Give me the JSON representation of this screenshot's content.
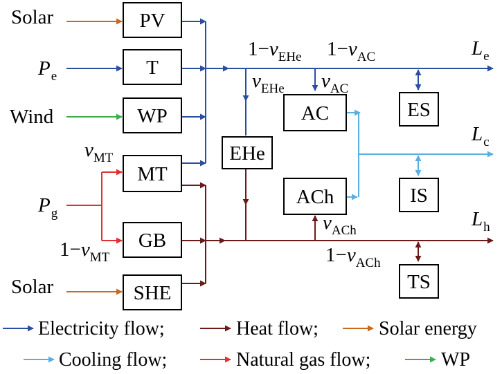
{
  "colors": {
    "electricity": "#2a4ea0",
    "heat": "#6b1a1a",
    "solar": "#c8691c",
    "cooling": "#5aaee0",
    "gas": "#e03030",
    "wind": "#3fae4a"
  },
  "boxes": {
    "pv": "PV",
    "t": "T",
    "wp": "WP",
    "mt": "MT",
    "gb": "GB",
    "she": "SHE",
    "ehe": "EHe",
    "ac": "AC",
    "ach": "ACh",
    "es": "ES",
    "is": "IS",
    "ts": "TS"
  },
  "inputs": {
    "solar_top": "Solar",
    "pe_main": "P",
    "pe_sub": "e",
    "wind": "Wind",
    "pg_main": "P",
    "pg_sub": "g",
    "solar_bottom": "Solar"
  },
  "outputs": {
    "le_main": "L",
    "le_sub": "e",
    "lc_main": "L",
    "lc_sub": "c",
    "lh_main": "L",
    "lh_sub": "h"
  },
  "coefficients": {
    "one_minus": "1−",
    "v": "v",
    "ehe": "EHe",
    "ac": "AC",
    "mt": "MT",
    "ach": "ACh"
  },
  "legend": {
    "row1": [
      "Electricity flow;",
      "Heat flow;",
      "Solar energy"
    ],
    "row2": [
      "Cooling flow;",
      "Natural gas flow;",
      "WP"
    ]
  }
}
